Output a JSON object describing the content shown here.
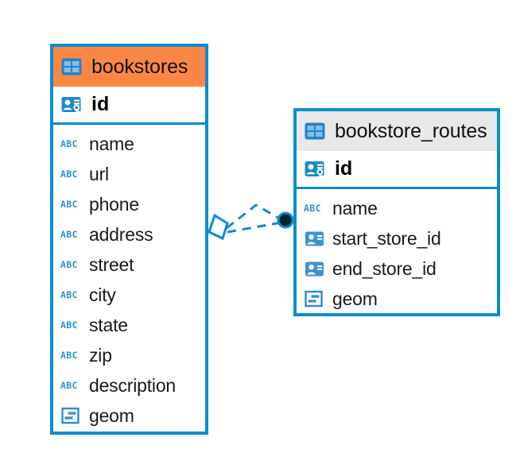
{
  "diagram": {
    "type": "entity-relationship-diagram",
    "background": "#ffffff",
    "accent_blue": "#0a8cd2",
    "selected_header_color": "#fa8744",
    "header_color": "#e8e8e8",
    "connector_endpoint_color": "#102030"
  },
  "entities": [
    {
      "name": "bookstores",
      "selected": true,
      "primary_key": {
        "label": "id",
        "icon": "primary-key-icon"
      },
      "fields": [
        {
          "label": "name",
          "icon": "abc-text-icon"
        },
        {
          "label": "url",
          "icon": "abc-text-icon"
        },
        {
          "label": "phone",
          "icon": "abc-text-icon"
        },
        {
          "label": "address",
          "icon": "abc-text-icon"
        },
        {
          "label": "street",
          "icon": "abc-text-icon"
        },
        {
          "label": "city",
          "icon": "abc-text-icon"
        },
        {
          "label": "state",
          "icon": "abc-text-icon"
        },
        {
          "label": "zip",
          "icon": "abc-text-icon"
        },
        {
          "label": "description",
          "icon": "abc-text-icon"
        },
        {
          "label": "geom",
          "icon": "geometry-icon"
        }
      ]
    },
    {
      "name": "bookstore_routes",
      "selected": false,
      "primary_key": {
        "label": "id",
        "icon": "primary-key-icon"
      },
      "fields": [
        {
          "label": "name",
          "icon": "abc-text-icon"
        },
        {
          "label": "start_store_id",
          "icon": "foreign-key-icon"
        },
        {
          "label": "end_store_id",
          "icon": "foreign-key-icon"
        },
        {
          "label": "geom",
          "icon": "geometry-icon"
        }
      ]
    }
  ],
  "relationship": {
    "style": "dashed",
    "source_marker": "open-diamond",
    "target_marker": "filled-circle",
    "color": "#0a8cd2"
  }
}
